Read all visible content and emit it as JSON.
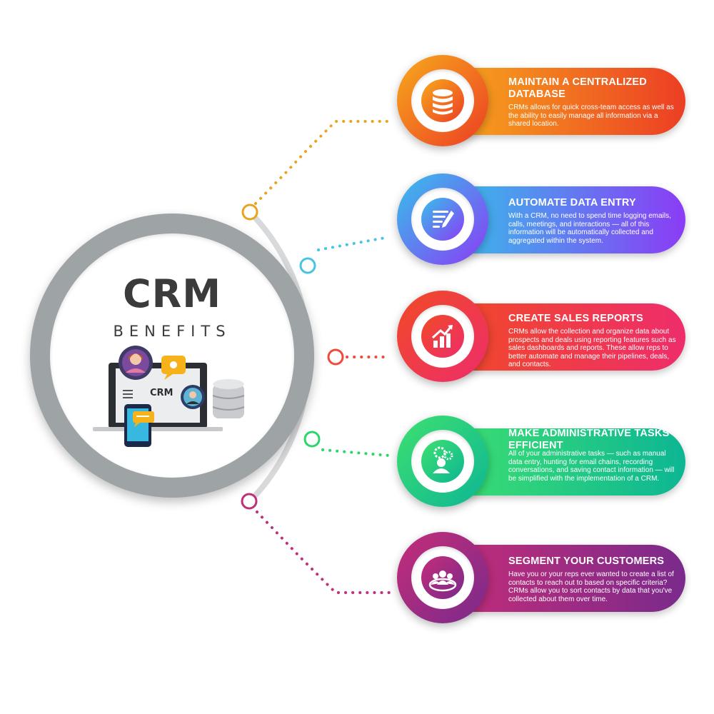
{
  "hub": {
    "title": "CRM",
    "subtitle": "BENEFITS",
    "screen_label": "CRM"
  },
  "cards": [
    {
      "title": "MAINTAIN A CENTRALIZED DATABASE",
      "description": "CRMs allows for quick cross-team access as well as the ability to easily manage all information via a shared location.",
      "icon": "database-icon",
      "color_start": "#f7a91c",
      "color_end": "#ec3e24"
    },
    {
      "title": "AUTOMATE DATA ENTRY",
      "description": "With a CRM, no need to spend time logging emails, calls, meetings, and interactions — all of this information will be automatically collected and aggregated within the system.",
      "icon": "data-entry-icon",
      "color_start": "#35c1ea",
      "color_end": "#8b3cf5"
    },
    {
      "title": "CREATE SALES REPORTS",
      "description": "CRMs allow the collection and organize data about prospects and deals using reporting features such as sales dashboards and reports. These allow reps to better automate and manage their pipelines, deals, and contacts.",
      "icon": "sales-chart-icon",
      "color_start": "#f04a26",
      "color_end": "#ee2d6b"
    },
    {
      "title": "MAKE ADMINISTRATIVE TASKS EFFICIENT",
      "description": "All of your administrative tasks — such as manual data entry, hunting for email chains, recording conversations, and saving contact information — will be simplified with the implementation of a CRM.",
      "icon": "admin-gears-icon",
      "color_start": "#3ee070",
      "color_end": "#0db694"
    },
    {
      "title": "SEGMENT YOUR CUSTOMERS",
      "description": "Have you or your reps ever wanted to create a list of contacts to reach out to based on specific criteria? CRMs allow you to sort contacts by data that you've collected about them over time.",
      "icon": "customer-group-icon",
      "color_start": "#c52d78",
      "color_end": "#7a2a8c"
    }
  ],
  "connector_colors": [
    "#e8a41c",
    "#46c4e2",
    "#ef4a3a",
    "#2ed56a",
    "#c0307a"
  ],
  "ring_color": "#9ea3a5"
}
